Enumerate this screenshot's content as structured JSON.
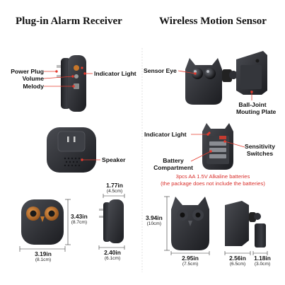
{
  "titles": {
    "left": "Plug-in Alarm Receiver",
    "right": "Wireless Motion Sensor"
  },
  "receiver_labels": {
    "power_plug": "Power Plug",
    "volume": "Volume",
    "melody": "Melody",
    "indicator_light": "Indicator Light",
    "speaker": "Speaker"
  },
  "sensor_labels": {
    "sensor_eye": "Sensor Eye",
    "ball_joint_line1": "Ball-Joint",
    "ball_joint_line2": "Mouting Plate",
    "indicator_light": "Indicator Light",
    "sensitivity_line1": "Sensitivity",
    "sensitivity_line2": "Switches",
    "battery_line1": "Battery",
    "battery_line2": "Compartment"
  },
  "battery_note": {
    "line1": "3pcs AA 1.5V Alkaline batteries",
    "line2": "(the package does not include the batteries)"
  },
  "dimensions": {
    "receiver_width": {
      "in": "3.19in",
      "cm": "(8.1cm)"
    },
    "receiver_height": {
      "in": "3.43in",
      "cm": "(8.7cm)"
    },
    "receiver_depth_top": {
      "in": "1.77in",
      "cm": "(4.5cm)"
    },
    "receiver_depth_bottom": {
      "in": "2.40in",
      "cm": "(6.1cm)"
    },
    "sensor_height": {
      "in": "3.94in",
      "cm": "(10cm)"
    },
    "sensor_width": {
      "in": "2.95in",
      "cm": "(7.5cm)"
    },
    "sensor_depth": {
      "in": "2.56in",
      "cm": "(6.5cm)"
    },
    "sensor_thickness": {
      "in": "1.18in",
      "cm": "(3.0cm)"
    }
  },
  "colors": {
    "accent_red": "#d9302c",
    "device_dark": "#2b2d31",
    "eye_orange": "#c7772a"
  }
}
